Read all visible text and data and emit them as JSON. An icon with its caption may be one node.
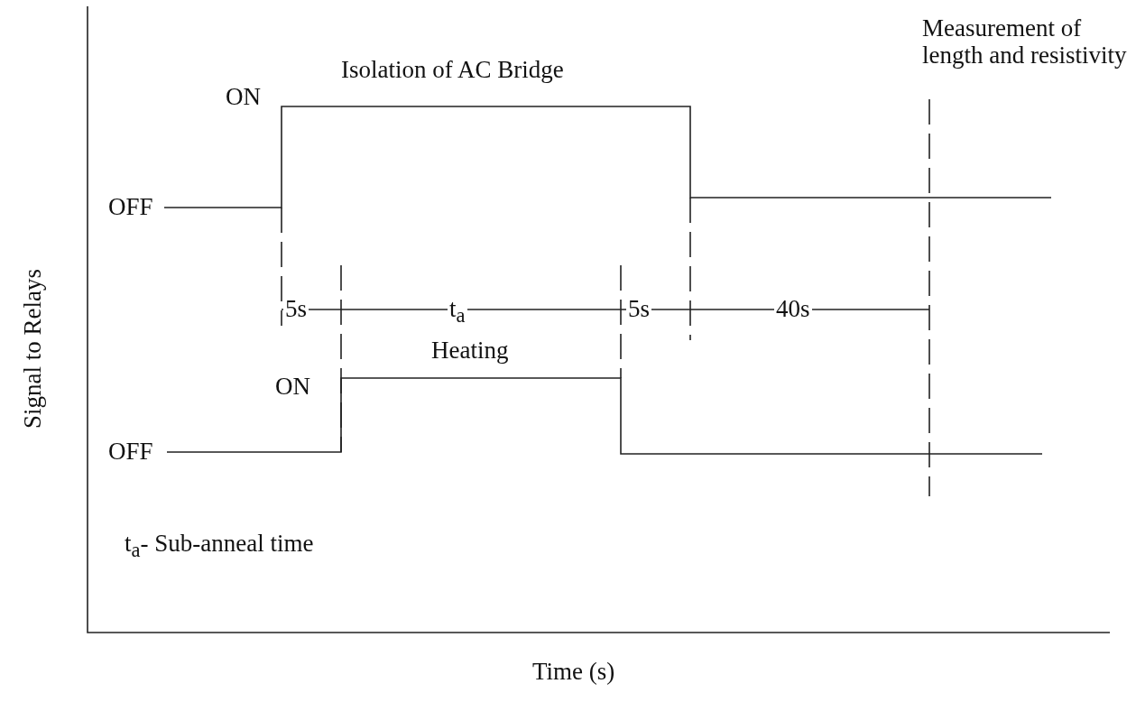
{
  "diagram": {
    "labels": [
      "Isolation of AC Bridge",
      "Measurement of length and resistivity",
      "ON",
      "OFF",
      "5s",
      "t$_{a}$",
      "5s",
      "40s",
      "Heating",
      "ON",
      "OFF",
      "t$_{a}$- Sub-anneal time",
      "Signal to Relays",
      "Time (s)"
    ]
  }
}
